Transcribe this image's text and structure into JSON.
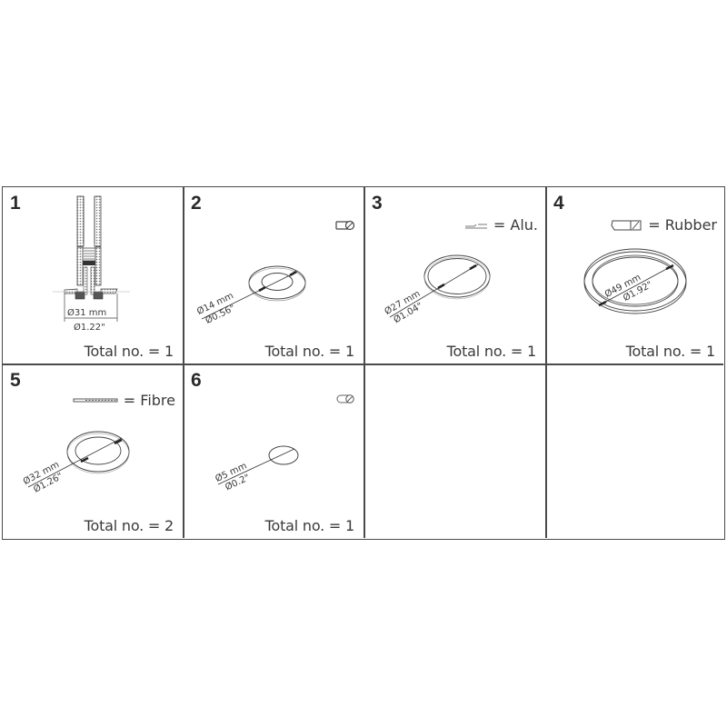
{
  "cells": [
    {
      "number": "1",
      "part": "valve-insert",
      "dimension_mm": "Ø31 mm",
      "dimension_in": "Ø1.22\"",
      "total_label": "Total no. = 1",
      "legend_text": ""
    },
    {
      "number": "2",
      "part": "washer",
      "dimension_mm": "Ø14 mm",
      "dimension_in": "Ø0.56\"",
      "total_label": "Total no. = 1",
      "legend_icon": "washer-section-icon",
      "legend_text": ""
    },
    {
      "number": "3",
      "part": "gasket-ring",
      "dimension_mm": "Ø27 mm",
      "dimension_in": "Ø1.04\"",
      "total_label": "Total no. = 1",
      "legend_icon": "alu-section-icon",
      "legend_text": "= Alu."
    },
    {
      "number": "4",
      "part": "o-ring",
      "dimension_mm": "Ø49 mm",
      "dimension_in": "Ø1.92\"",
      "total_label": "Total no. = 1",
      "legend_icon": "rubber-section-icon",
      "legend_text": "= Rubber"
    },
    {
      "number": "5",
      "part": "fibre-gasket",
      "dimension_mm": "Ø32 mm",
      "dimension_in": "Ø1.26\"",
      "total_label": "Total no. = 2",
      "legend_icon": "fibre-section-icon",
      "legend_text": "= Fibre"
    },
    {
      "number": "6",
      "part": "small-o-ring",
      "dimension_mm": "Ø5 mm",
      "dimension_in": "Ø0.2\"",
      "total_label": "Total no. = 1",
      "legend_icon": "oring-section-icon",
      "legend_text": ""
    },
    {
      "number": "",
      "total_label": ""
    },
    {
      "number": "",
      "total_label": ""
    }
  ],
  "colors": {
    "line": "#4a4a4a",
    "text": "#3a3a3a",
    "background": "#ffffff"
  }
}
